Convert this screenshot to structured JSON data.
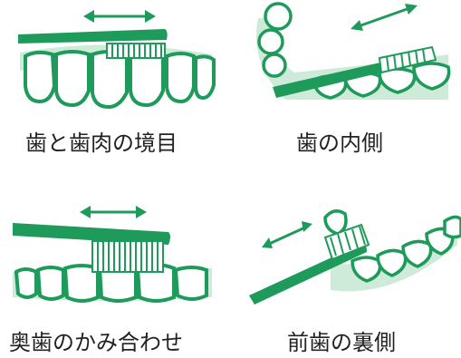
{
  "colors": {
    "green": "#1e9a5a",
    "green_light": "#cdebd8",
    "outline": "#1e9a5a",
    "text": "#222222"
  },
  "panels": [
    {
      "caption": "歯と歯肉の境目",
      "illustration": "brushing-gumline"
    },
    {
      "caption": "歯の内側",
      "illustration": "brushing-inner-side"
    },
    {
      "caption": "奥歯のかみ合わせ",
      "illustration": "brushing-biting-surface"
    },
    {
      "caption": "前歯の裏側",
      "illustration": "brushing-front-back"
    }
  ]
}
